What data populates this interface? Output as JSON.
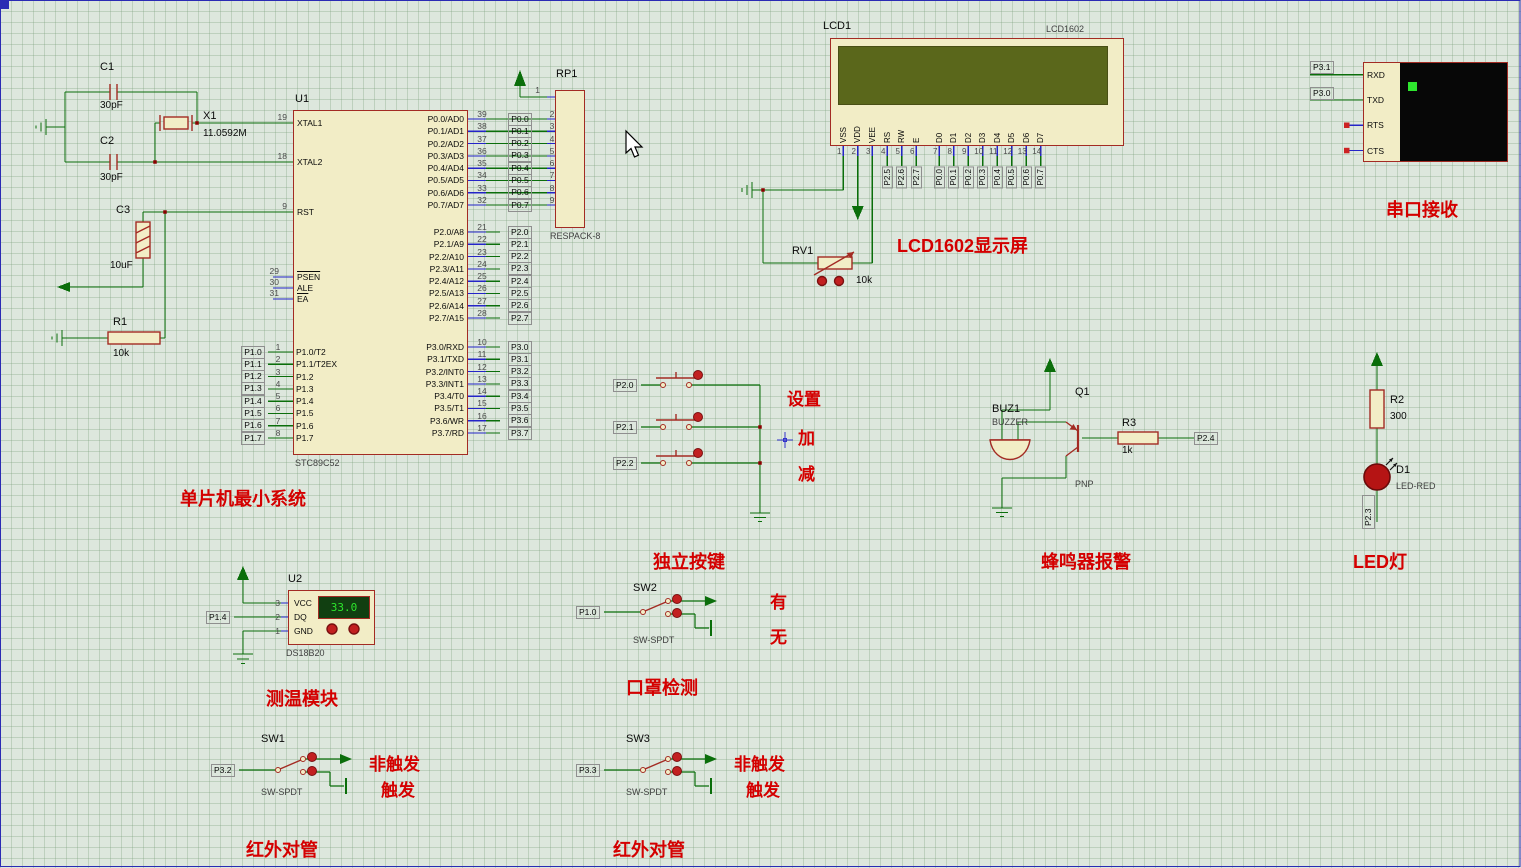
{
  "colors": {
    "background": "#dde7dd",
    "wire_green": "#0a6e0a",
    "pin_blue": "#2424c8",
    "component_outline": "#a32b23",
    "component_fill": "#f2edc6",
    "annotation_red": "#d40000",
    "lcd_screen": "#5a671b",
    "terminal_screen": "#070707",
    "display_green": "#2de52d",
    "actuator_red": "#c22020"
  },
  "annotations": {
    "mcu_title": "单片机最小系统",
    "lcd_title": "LCD1602显示屏",
    "serial_title": "串口接收",
    "keys_title": "独立按键",
    "buzzer_title": "蜂鸣器报警",
    "led_title": "LED灯",
    "temp_title": "测温模块",
    "mask_title": "口罩检测",
    "ir1_title": "红外对管",
    "ir2_title": "红外对管"
  },
  "mcu": {
    "ref": "U1",
    "part": "STC89C52",
    "xtal1": {
      "num": "19",
      "name": "XTAL1"
    },
    "xtal2": {
      "num": "18",
      "name": "XTAL2"
    },
    "rst": {
      "num": "9",
      "name": "RST"
    },
    "psen": {
      "num": "29",
      "name": "PSEN"
    },
    "ale": {
      "num": "30",
      "name": "ALE"
    },
    "ea": {
      "num": "31",
      "name": "EA"
    },
    "p0": [
      {
        "num": "39",
        "name": "P0.0/AD0",
        "net": "P0.0",
        "rp": "2"
      },
      {
        "num": "38",
        "name": "P0.1/AD1",
        "net": "P0.1",
        "rp": "3"
      },
      {
        "num": "37",
        "name": "P0.2/AD2",
        "net": "P0.2",
        "rp": "4"
      },
      {
        "num": "36",
        "name": "P0.3/AD3",
        "net": "P0.3",
        "rp": "5"
      },
      {
        "num": "35",
        "name": "P0.4/AD4",
        "net": "P0.4",
        "rp": "6"
      },
      {
        "num": "34",
        "name": "P0.5/AD5",
        "net": "P0.5",
        "rp": "7"
      },
      {
        "num": "33",
        "name": "P0.6/AD6",
        "net": "P0.6",
        "rp": "8"
      },
      {
        "num": "32",
        "name": "P0.7/AD7",
        "net": "P0.7",
        "rp": "9"
      }
    ],
    "p2": [
      {
        "num": "21",
        "name": "P2.0/A8",
        "net": "P2.0"
      },
      {
        "num": "22",
        "name": "P2.1/A9",
        "net": "P2.1"
      },
      {
        "num": "23",
        "name": "P2.2/A10",
        "net": "P2.2"
      },
      {
        "num": "24",
        "name": "P2.3/A11",
        "net": "P2.3"
      },
      {
        "num": "25",
        "name": "P2.4/A12",
        "net": "P2.4"
      },
      {
        "num": "26",
        "name": "P2.5/A13",
        "net": "P2.5"
      },
      {
        "num": "27",
        "name": "P2.6/A14",
        "net": "P2.6"
      },
      {
        "num": "28",
        "name": "P2.7/A15",
        "net": "P2.7"
      }
    ],
    "p3": [
      {
        "num": "10",
        "name": "P3.0/RXD",
        "net": "P3.0"
      },
      {
        "num": "11",
        "name": "P3.1/TXD",
        "net": "P3.1"
      },
      {
        "num": "12",
        "name": "P3.2/INT0",
        "net": "P3.2"
      },
      {
        "num": "13",
        "name": "P3.3/INT1",
        "net": "P3.3"
      },
      {
        "num": "14",
        "name": "P3.4/T0",
        "net": "P3.4"
      },
      {
        "num": "15",
        "name": "P3.5/T1",
        "net": "P3.5"
      },
      {
        "num": "16",
        "name": "P3.6/WR",
        "net": "P3.6"
      },
      {
        "num": "17",
        "name": "P3.7/RD",
        "net": "P3.7"
      }
    ],
    "p1": [
      {
        "num": "1",
        "name": "P1.0/T2",
        "net": "P1.0"
      },
      {
        "num": "2",
        "name": "P1.1/T2EX",
        "net": "P1.1"
      },
      {
        "num": "3",
        "name": "P1.2",
        "net": "P1.2"
      },
      {
        "num": "4",
        "name": "P1.3",
        "net": "P1.3"
      },
      {
        "num": "5",
        "name": "P1.4",
        "net": "P1.4"
      },
      {
        "num": "6",
        "name": "P1.5",
        "net": "P1.5"
      },
      {
        "num": "7",
        "name": "P1.6",
        "net": "P1.6"
      },
      {
        "num": "8",
        "name": "P1.7",
        "net": "P1.7"
      }
    ]
  },
  "osc": {
    "c1": {
      "ref": "C1",
      "val": "30pF"
    },
    "c2": {
      "ref": "C2",
      "val": "30pF"
    },
    "x1": {
      "ref": "X1",
      "val": "11.0592M"
    }
  },
  "reset": {
    "c3": {
      "ref": "C3",
      "val": "10uF"
    },
    "r1": {
      "ref": "R1",
      "val": "10k"
    }
  },
  "rp1": {
    "ref": "RP1",
    "part": "RESPACK-8",
    "pin1_num": "1"
  },
  "lcd": {
    "ref": "LCD1",
    "part": "LCD1602",
    "power_pins": [
      {
        "num": "1",
        "name": "VSS"
      },
      {
        "num": "2",
        "name": "VDD"
      },
      {
        "num": "3",
        "name": "VEE"
      }
    ],
    "ctrl_pins": [
      {
        "num": "4",
        "name": "RS",
        "net": "P2.5"
      },
      {
        "num": "5",
        "name": "RW",
        "net": "P2.6"
      },
      {
        "num": "6",
        "name": "E",
        "net": "P2.7"
      }
    ],
    "data_pins": [
      {
        "num": "7",
        "name": "D0",
        "net": "P0.0"
      },
      {
        "num": "8",
        "name": "D1",
        "net": "P0.1"
      },
      {
        "num": "9",
        "name": "D2",
        "net": "P0.2"
      },
      {
        "num": "10",
        "name": "D3",
        "net": "P0.3"
      },
      {
        "num": "11",
        "name": "D4",
        "net": "P0.4"
      },
      {
        "num": "12",
        "name": "D5",
        "net": "P0.5"
      },
      {
        "num": "13",
        "name": "D6",
        "net": "P0.6"
      },
      {
        "num": "14",
        "name": "D7",
        "net": "P0.7"
      }
    ]
  },
  "pot": {
    "ref": "RV1",
    "val": "10k"
  },
  "serial": {
    "pins": [
      "RXD",
      "TXD",
      "RTS",
      "CTS"
    ],
    "rxd_net": "P3.1",
    "txd_net": "P3.0"
  },
  "keys": {
    "rows": [
      {
        "net": "P2.0",
        "caption": "设置"
      },
      {
        "net": "P2.1",
        "caption": "加"
      },
      {
        "net": "P2.2",
        "caption": "减"
      }
    ]
  },
  "buzzer": {
    "buz_ref": "BUZ1",
    "buz_part": "BUZZER",
    "q_ref": "Q1",
    "q_part": "PNP",
    "r_ref": "R3",
    "r_val": "1k",
    "net": "P2.4"
  },
  "led": {
    "r_ref": "R2",
    "r_val": "300",
    "d_ref": "D1",
    "d_part": "LED-RED",
    "net": "P2.3"
  },
  "temp": {
    "ref": "U2",
    "part": "DS18B20",
    "value": "33.0",
    "net": "P1.4",
    "pins": [
      {
        "num": "3",
        "name": "VCC"
      },
      {
        "num": "2",
        "name": "DQ"
      },
      {
        "num": "1",
        "name": "GND"
      }
    ]
  },
  "switches": {
    "sw1": {
      "ref": "SW1",
      "part": "SW-SPDT",
      "net": "P3.2",
      "on_label": "非触发",
      "off_label": "触发"
    },
    "sw2": {
      "ref": "SW2",
      "part": "SW-SPDT",
      "net": "P1.0",
      "on_label": "有",
      "off_label": "无"
    },
    "sw3": {
      "ref": "SW3",
      "part": "SW-SPDT",
      "net": "P3.3",
      "on_label": "非触发",
      "off_label": "触发"
    }
  }
}
